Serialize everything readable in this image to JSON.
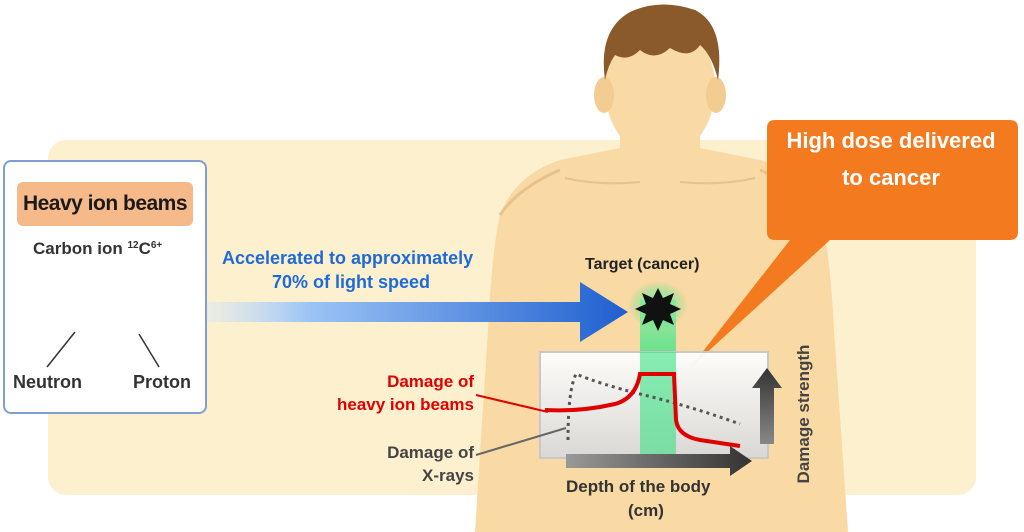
{
  "ion_panel": {
    "title": "Heavy ion beams",
    "carbon_label": "Carbon ion ",
    "carbon_isotope": "12",
    "carbon_symbol": "C",
    "carbon_charge": "6+",
    "neutron_label": "Neutron",
    "proton_label": "Proton"
  },
  "beam": {
    "line1": "Accelerated to approximately",
    "line2": "70% of light speed"
  },
  "target": {
    "label": "Target (cancer)"
  },
  "callout": {
    "line1": "High dose delivered",
    "line2": "to cancer"
  },
  "graph": {
    "heavy_line1": "Damage of",
    "heavy_line2": "heavy ion beams",
    "xray_line1": "Damage of",
    "xray_line2": "X-rays",
    "depth_line1": "Depth of the body",
    "depth_line2": "(cm)",
    "y_axis_label": "Damage strength"
  },
  "colors": {
    "background_panel": "#fdf0cf",
    "skin": "#f9d9a4",
    "hair": "#8a5a2a",
    "panel_border": "#7f9fd0",
    "title_bg": "#f6b98a",
    "beam_blue": "#1f6bd6",
    "callout_orange": "#f47a1f",
    "beam_green": "#2ee07a",
    "heavy_curve": "#e00000",
    "xray_curve": "#555555",
    "neutron": "#d92525",
    "proton": "#2462d6"
  }
}
